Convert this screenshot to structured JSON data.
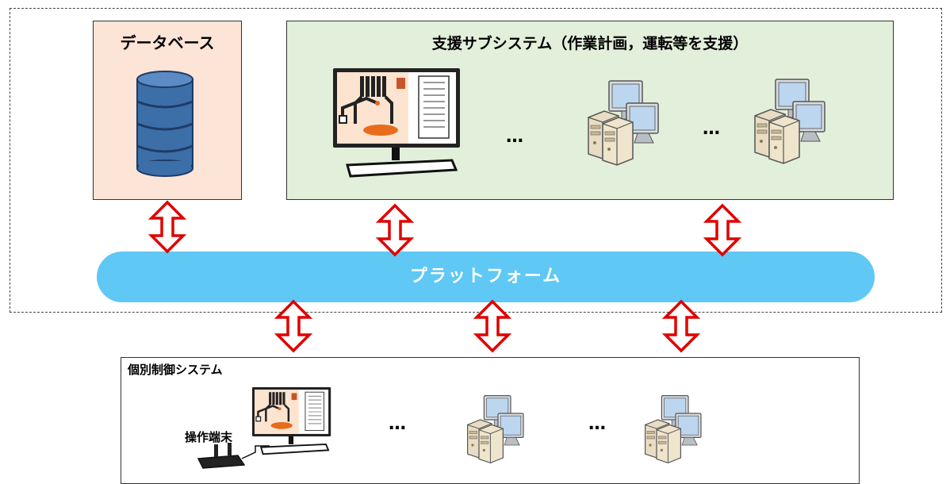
{
  "database": {
    "title": "データベース"
  },
  "support_subsystem": {
    "title": "支援サブシステム（作業計画，運転等を支援）"
  },
  "platform": {
    "label": "プラットフォーム"
  },
  "individual_control": {
    "title": "個別制御システム",
    "operation_terminal_label": "操作端末"
  },
  "ellipsis": "…",
  "colors": {
    "database_fill": "#fce4d6",
    "support_fill": "#e2efda",
    "platform_fill": "#5fc8f5",
    "arrow_outline": "#e00000",
    "cylinder_fill": "#3c6ea8"
  },
  "icons": [
    "database-cylinder-icon",
    "operator-monitor-icon",
    "server-workstation-icon",
    "double-arrow-icon"
  ]
}
